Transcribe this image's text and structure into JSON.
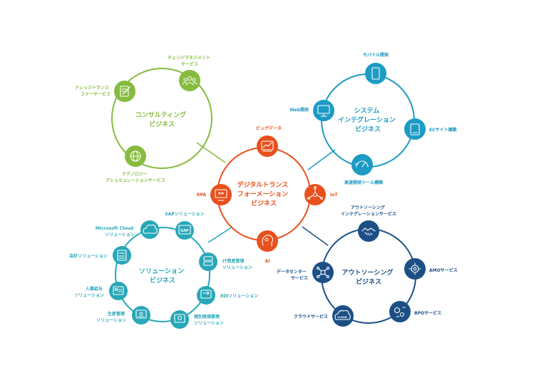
{
  "colors": {
    "consulting": "#86bc3e",
    "system": "#1c9bc4",
    "center": "#e8501c",
    "solution": "#27a7b8",
    "outsourcing": "#1c4f86"
  },
  "center": {
    "title": [
      "デジタルトランス",
      "フォーメーション",
      "ビジネス"
    ],
    "nodes": [
      {
        "label": "ビッグデータ",
        "icon": "chart-icon"
      },
      {
        "label": "RPA",
        "icon": "monitor-robot-icon"
      },
      {
        "label": "IoT",
        "icon": "network-icon"
      },
      {
        "label": "AI",
        "icon": "brain-icon"
      }
    ]
  },
  "consulting": {
    "title": [
      "コンサルティング",
      "ビジネス"
    ],
    "nodes": [
      {
        "label": [
          "チェンジマネジメント",
          "サービス"
        ],
        "icon": "people-icon"
      },
      {
        "label": [
          "ナレッジトランス",
          "ファーサービス"
        ],
        "icon": "document-icon"
      },
      {
        "label": [
          "テクノロジー",
          "アシュミュレーションサービス"
        ],
        "icon": "globe-icon"
      }
    ]
  },
  "system": {
    "title": [
      "システム",
      "インテグレーション",
      "ビジネス"
    ],
    "nodes": [
      {
        "label": [
          "モバイル開発"
        ],
        "icon": "smartphone-icon"
      },
      {
        "label": [
          "Web開発"
        ],
        "icon": "desktop-icon"
      },
      {
        "label": [
          "ECサイト構築"
        ],
        "icon": "tablet-icon"
      },
      {
        "label": [
          "高速開発ツール構築"
        ],
        "icon": "gauge-icon"
      }
    ]
  },
  "solution": {
    "title": [
      "ソリューション",
      "ビジネス"
    ],
    "nodes": [
      {
        "label": [
          "SAPソリューション"
        ],
        "icon": "sap-icon"
      },
      {
        "label": [
          "Microsoft Cloud",
          "ソリューション"
        ],
        "icon": "cloud-icon"
      },
      {
        "label": [
          "会計ソリューション"
        ],
        "icon": "calculator-icon"
      },
      {
        "label": [
          "IT資産管理",
          "ソリューション"
        ],
        "icon": "server-icon"
      },
      {
        "label": [
          "人事給与",
          "ソリューション"
        ],
        "icon": "id-card-icon"
      },
      {
        "label": [
          "EDIソリューション"
        ],
        "icon": "exchange-icon"
      },
      {
        "label": [
          "生産管理",
          "ソリューション"
        ],
        "icon": "factory-icon"
      },
      {
        "label": [
          "個別原価管理",
          "ソリューション"
        ],
        "icon": "coins-icon"
      }
    ],
    "sap_text": "SAP"
  },
  "outsourcing": {
    "title": [
      "アウトソーシング",
      "ビジネス"
    ],
    "nodes": [
      {
        "label": [
          "アウトソーシング",
          "インテグレーションサービス"
        ],
        "icon": "handshake-icon"
      },
      {
        "label": [
          "データセンター",
          "サービス"
        ],
        "icon": "datacenter-icon"
      },
      {
        "label": [
          "AMOサービス"
        ],
        "icon": "gear-icon"
      },
      {
        "label": [
          "BPOサービス"
        ],
        "icon": "process-icon"
      },
      {
        "label": [
          "クラウドサービス"
        ],
        "icon": "cloud-icon"
      }
    ],
    "cloud_text": "CLOUD"
  }
}
